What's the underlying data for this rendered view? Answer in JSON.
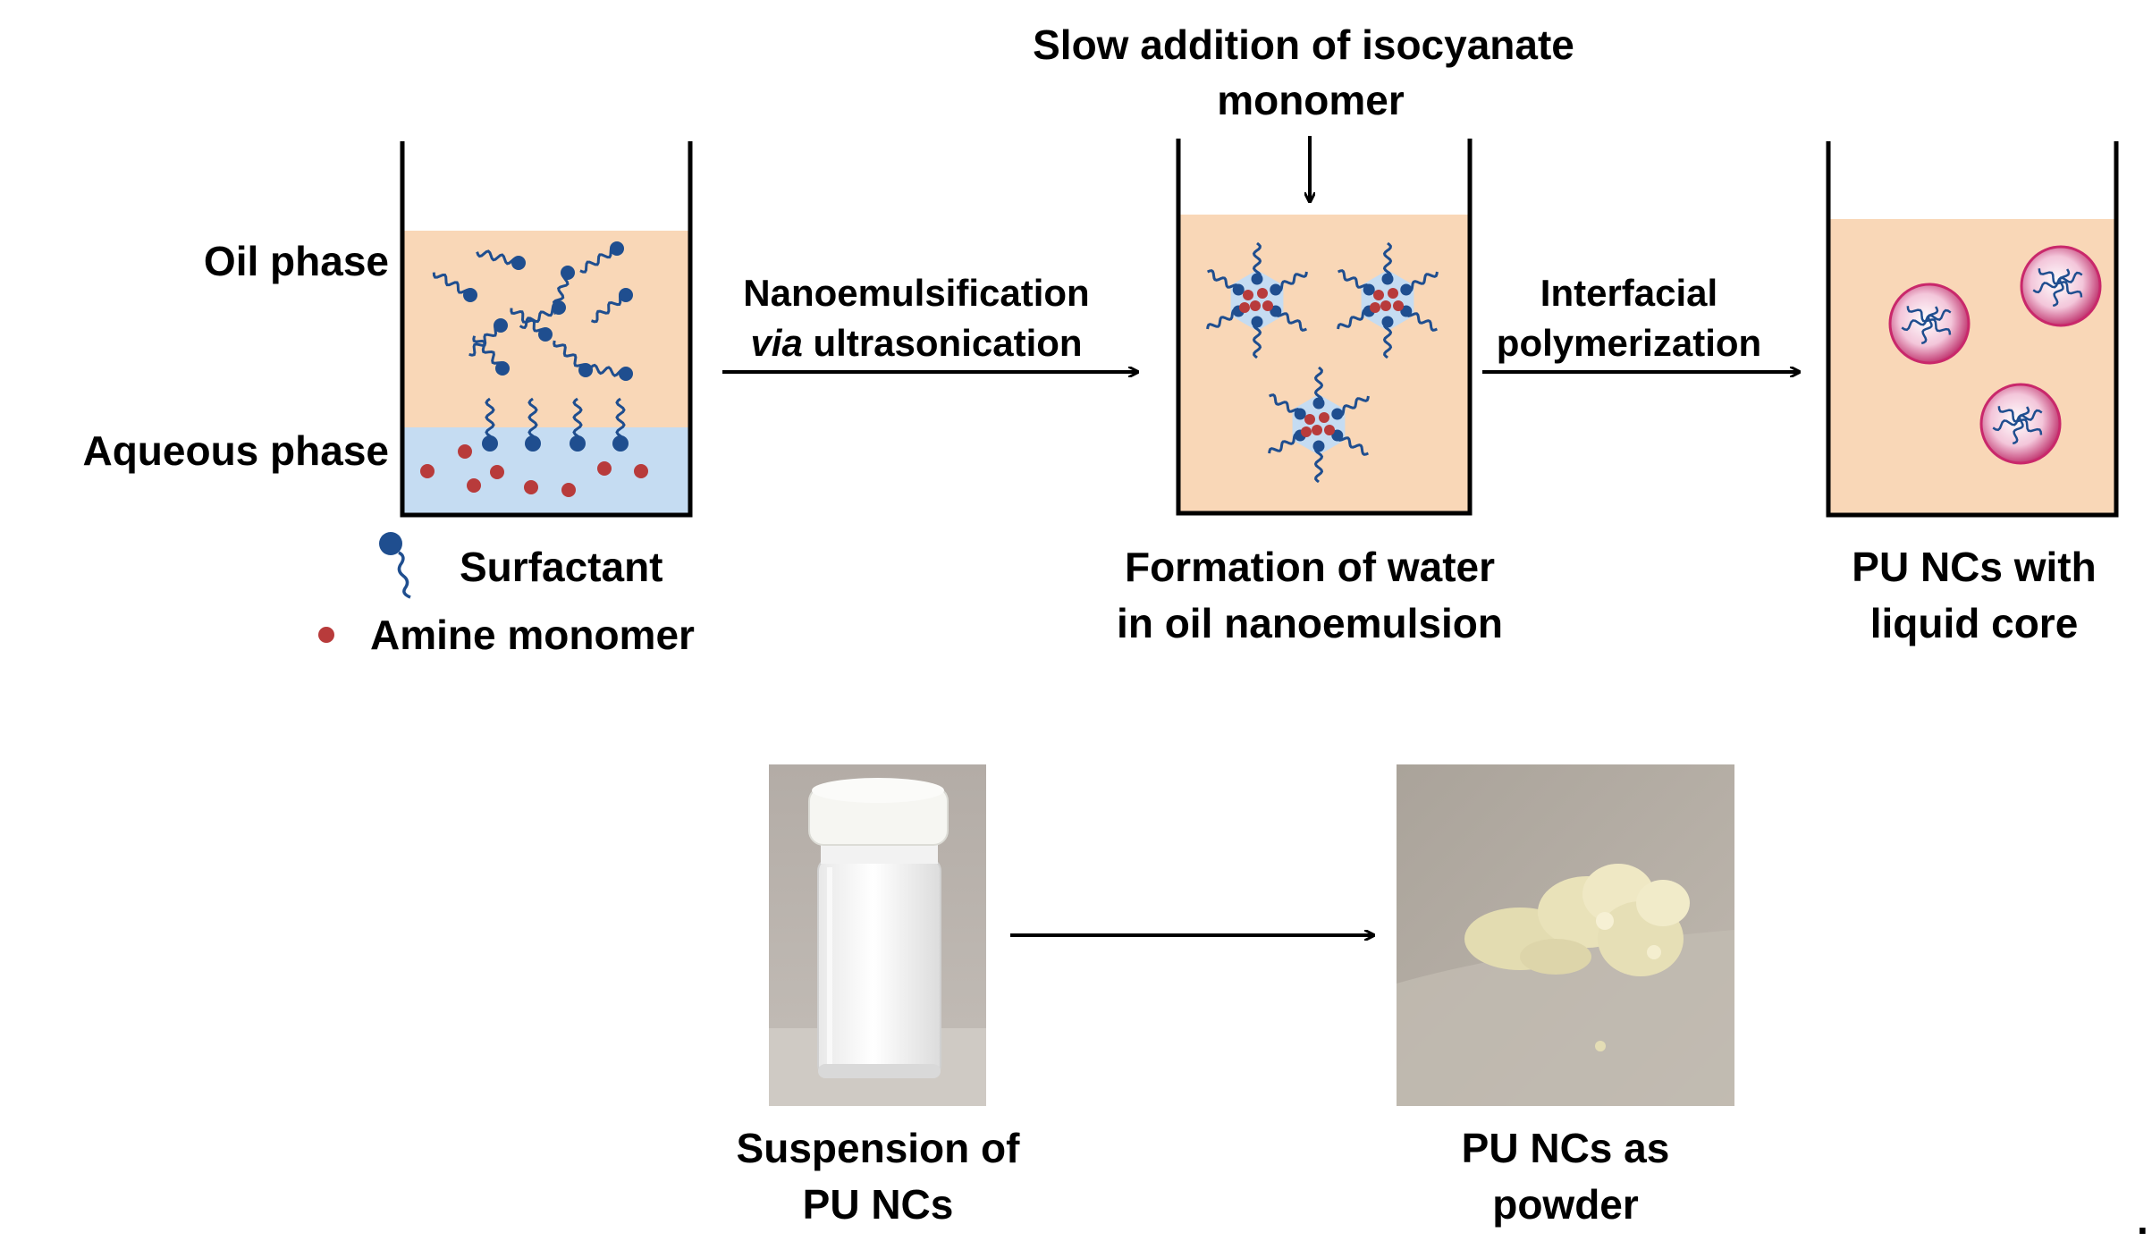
{
  "colors": {
    "oil": "#f9d7b7",
    "aqueous": "#c5dcf2",
    "surfactant": "#1f4e8f",
    "amine": "#b83b3b",
    "capsule": "#c9286b",
    "wall": "#000000",
    "photo_bg_left": "#b9b3ad",
    "photo_bg_right": "#b1aaa1",
    "powder": "#e6dfb6"
  },
  "labels": {
    "oil_phase": "Oil phase",
    "aqueous_phase": "Aqueous phase",
    "legend_surfactant": "Surfactant",
    "legend_amine": "Amine monomer",
    "step1_line1": "Nanoemulsification",
    "step1_via": "via",
    "step1_rest": " ultrasonication",
    "isocyanate_line1": "Slow addition of isocyanate",
    "isocyanate_line2": "monomer",
    "step2_line1": "Interfacial",
    "step2_line2": "polymerization",
    "beaker2_line1": "Formation of water",
    "beaker2_line2": "in oil nanoemulsion",
    "beaker3_line1": "PU NCs with",
    "beaker3_line2": "liquid core",
    "photo1_line1": "Suspension of",
    "photo1_line2": "PU NCs",
    "photo2_line1": "PU NCs as",
    "photo2_line2": "powder",
    "trailing_mark": "."
  },
  "icons": {
    "surfactant": "surfactant-icon",
    "amine": "amine-monomer-icon",
    "arrow": "arrow-right-icon",
    "vial": "vial-photo",
    "powder": "powder-photo"
  }
}
